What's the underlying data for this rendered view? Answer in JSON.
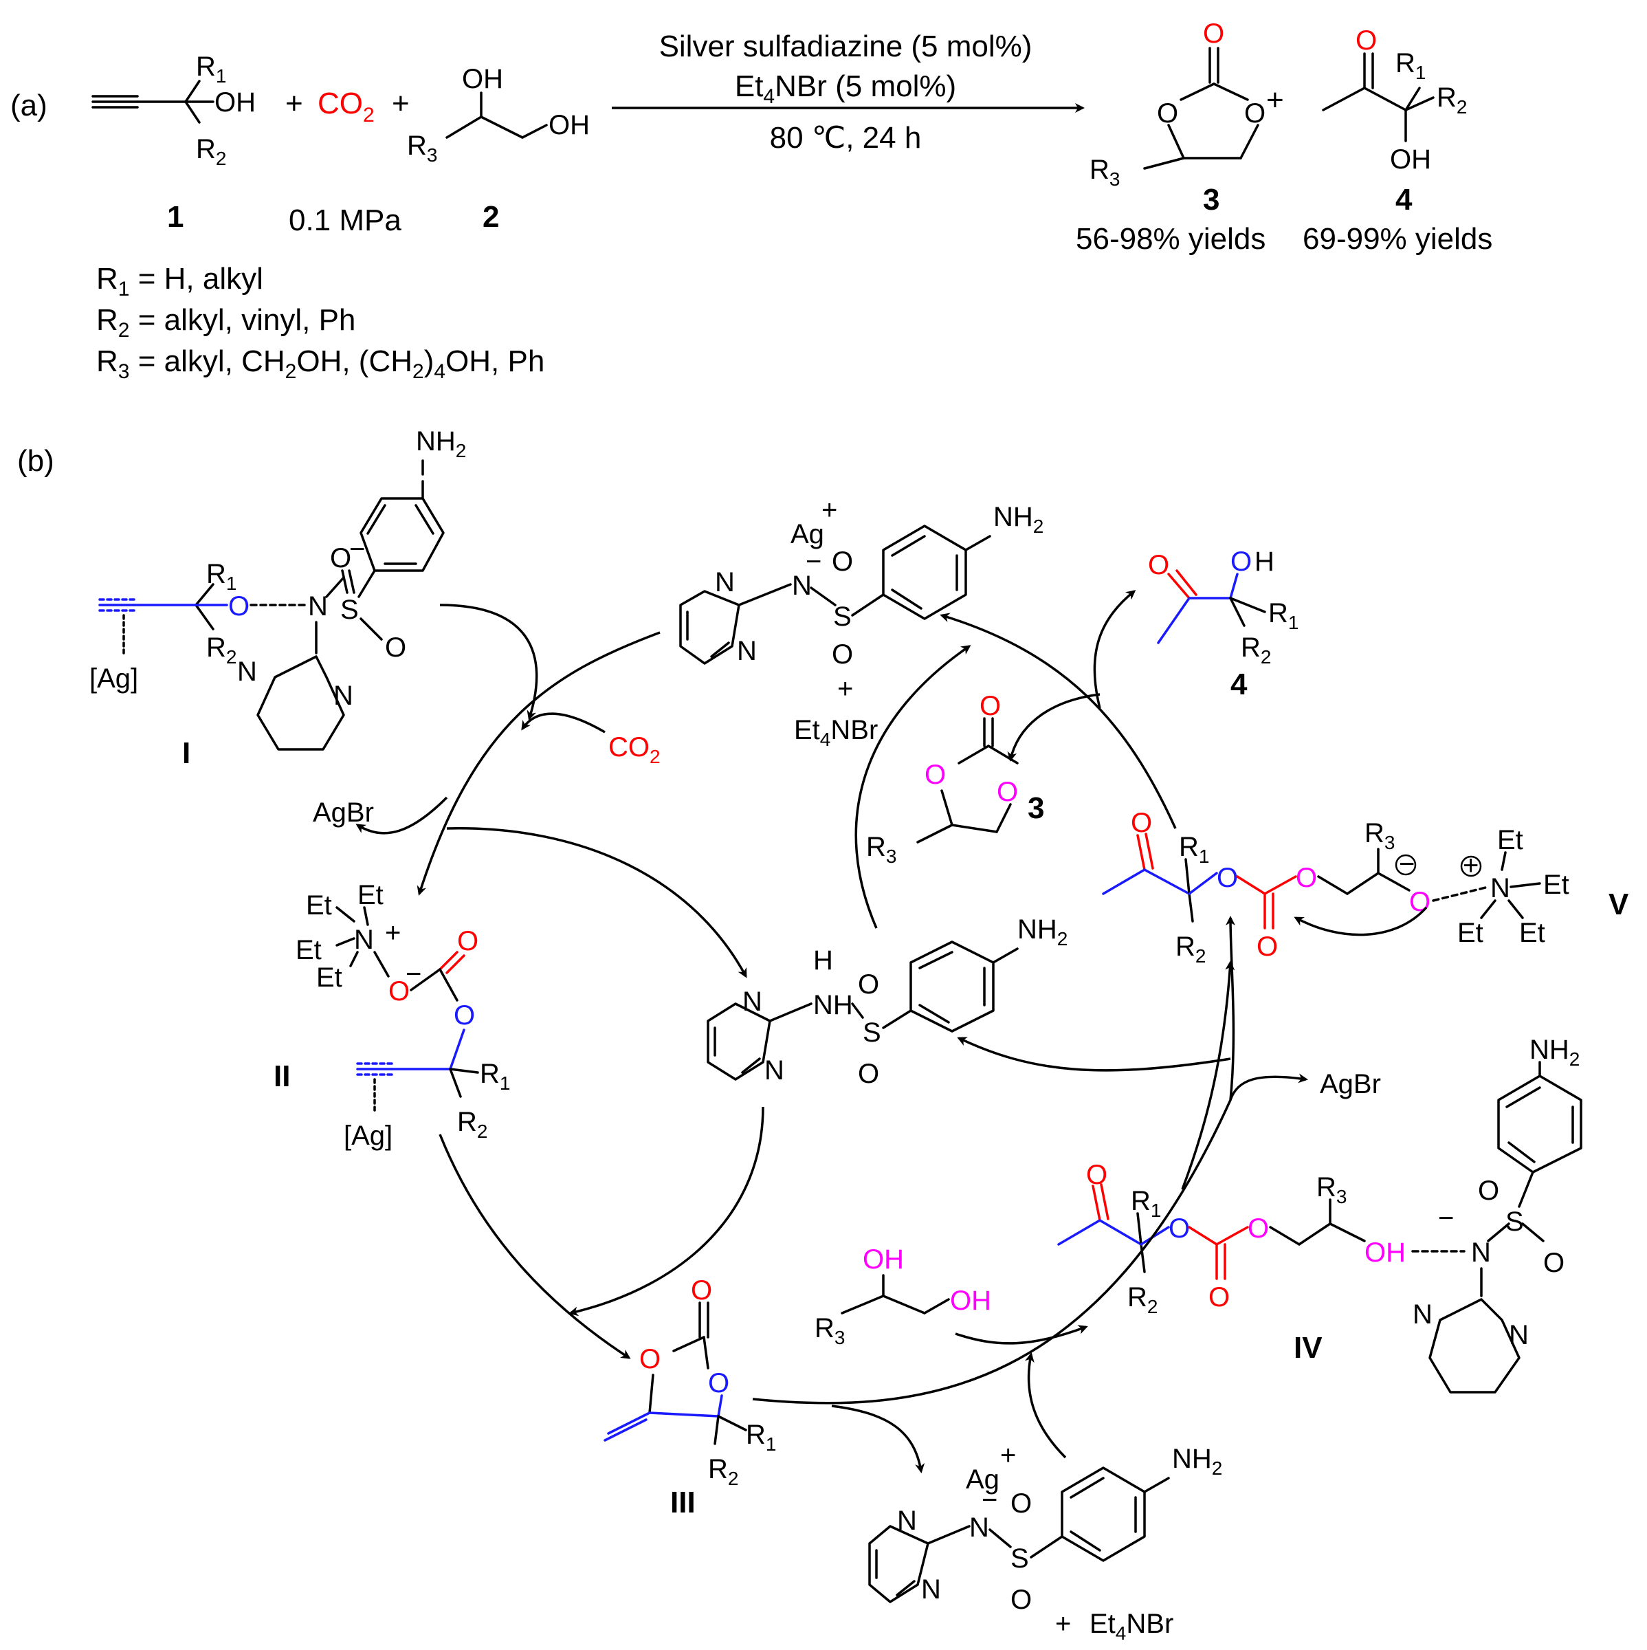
{
  "panel_a": {
    "label": "(a)",
    "conditions": {
      "line1": "Silver sulfadiazine (5 mol%)",
      "line2_prefix": "Et",
      "line2_sub": "4",
      "line2_suffix": "NBr (5 mol%)",
      "line3": "80 ℃, 24 h"
    },
    "compound1_label": "1",
    "compound2_label": "2",
    "compound3_label": "3",
    "compound4_label": "4",
    "pressure": "0.1 MPa",
    "co2": "CO",
    "co2_sub": "2",
    "plus": "+",
    "yield3": "56-98% yields",
    "yield4": "69-99% yields",
    "r1_def": "= H, alkyl",
    "r2_def": "= alkyl, vinyl, Ph",
    "r3_def_a": "= alkyl, CH",
    "r3_def_b": "OH, (CH",
    "r3_def_c": "OH, Ph"
  },
  "panel_b": {
    "label": "(b)",
    "intermediates": {
      "I": "I",
      "II": "II",
      "III": "III",
      "IV": "IV",
      "V": "V"
    },
    "agbr": "AgBr",
    "et4nbr_prefix": "Et",
    "et4nbr_sub": "4",
    "et4nbr_suffix": "NBr",
    "co2": "CO",
    "co2_sub": "2",
    "ag": "Ag",
    "ag_bracket": "[Ag]",
    "product3": "3",
    "product4": "4"
  },
  "colors": {
    "red": "#ff0000",
    "blue": "#1a1aff",
    "magenta": "#ff00ff",
    "black": "#000000"
  }
}
